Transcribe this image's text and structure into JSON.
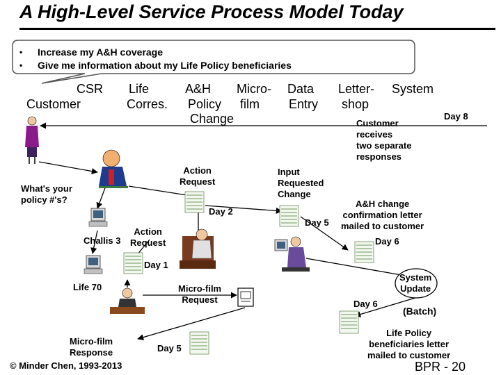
{
  "title": "A High-Level Service Process Model Today",
  "bullets": [
    "Increase my A&H coverage",
    "Give me information about my Life Policy beneficiaries"
  ],
  "lanes": {
    "csr": "CSR",
    "customer": "Customer",
    "life": "Life",
    "corres": "Corres.",
    "ah": "A&H",
    "policy": "Policy",
    "change": "Change",
    "micro": "Micro-",
    "film": "film",
    "data": "Data",
    "entry": "Entry",
    "letter": "Letter-",
    "shop": "shop",
    "system": "System"
  },
  "labels": {
    "day8": "Day 8",
    "customer_receives": [
      "Customer",
      "receives",
      "two  separate",
      "responses"
    ],
    "action_request_top": [
      "Action",
      "Request"
    ],
    "whats_your": [
      "What's your",
      "policy  #'s?"
    ],
    "input_requested": [
      "Input",
      "Requested",
      "Change"
    ],
    "day2": "Day 2",
    "ah_change": [
      "A&H change",
      "confirmation letter",
      "mailed to customer"
    ],
    "day5_top": "Day 5",
    "challis": "Challis 3",
    "action_request_mid": [
      "Action",
      "Request"
    ],
    "day6_top": "Day 6",
    "day1": "Day 1",
    "system_update": [
      "System",
      "Update"
    ],
    "life70": "Life 70",
    "microfilm_request": [
      "Micro-film",
      "Request"
    ],
    "day6_bottom": "Day 6",
    "batch": "(Batch)",
    "microfilm_response": [
      "Micro-film",
      "Response"
    ],
    "day5_bottom": "Day 5",
    "life_policy": [
      "Life Policy",
      "beneficiaries letter",
      "mailed to customer"
    ]
  },
  "footer": "© Minder Chen, 1993-2013",
  "page": "BPR - 20"
}
